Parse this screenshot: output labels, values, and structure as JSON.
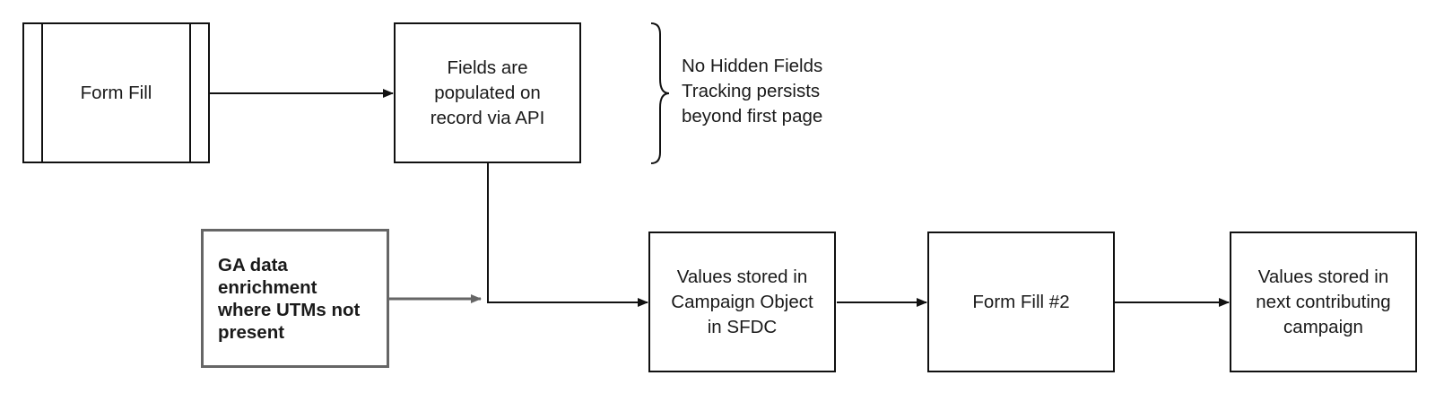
{
  "nodes": {
    "form_fill": "Form Fill",
    "fields_populated": "Fields are\npopulated on\nrecord via API",
    "ga_enrichment": "GA data\nenrichment\nwhere UTMs not\npresent",
    "values_campaign": "Values stored in\nCampaign Object\nin SFDC",
    "form_fill_2": "Form Fill #2",
    "values_next": "Values stored in\nnext contributing\ncampaign"
  },
  "note": "No Hidden Fields\nTracking persists\nbeyond first page"
}
